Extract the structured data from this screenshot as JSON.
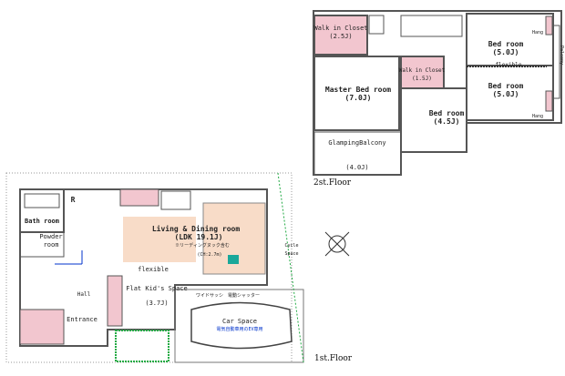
{
  "second_floor": {
    "title": "2st.Floor",
    "rooms": [
      {
        "name": "Walk in Closet",
        "size": "(2.5J)"
      },
      {
        "name": "Master Bed room",
        "size": "(7.0J)"
      },
      {
        "name": "Walk in Closet",
        "size": "(1.5J)"
      },
      {
        "name": "Bed room",
        "size": "(4.5J)"
      },
      {
        "name": "Bed room",
        "size": "(5.0J)"
      },
      {
        "name": "Bed room",
        "size": "(5.0J)"
      },
      {
        "name": "GlampingBalcony",
        "size": "(4.0J)"
      }
    ],
    "labels": {
      "flexible": "flexible",
      "balcony": "Palcony",
      "hang1": "Hang",
      "hang2": "Hang"
    }
  },
  "first_floor": {
    "title": "1st.Floor",
    "rooms": {
      "bath": "Bath room",
      "powder": "Powder room",
      "refrigerator": "R",
      "ldk_name": "Living & Dining room",
      "ldk_size": "(LDK 19.1J)",
      "ldk_note": "※リーディングヌック含む",
      "ceiling": "(CH:2.7m)",
      "flexible": "flexible",
      "kids_name": "Flat Kid's Space",
      "kids_size": "(3.7J)",
      "hall": "Hall",
      "entrance": "Entrance",
      "car_name": "Car Space",
      "car_note": "電気自動車用のEV専用",
      "cycle": "Cycle Space",
      "shutter": "ワイドサッシ　電動シャッター"
    }
  },
  "colors": {
    "closet": "#f2c6cf",
    "ldk": "#f8dcc8",
    "wall": "#555555",
    "garden": "#22aa44",
    "accent": "#0033cc"
  }
}
